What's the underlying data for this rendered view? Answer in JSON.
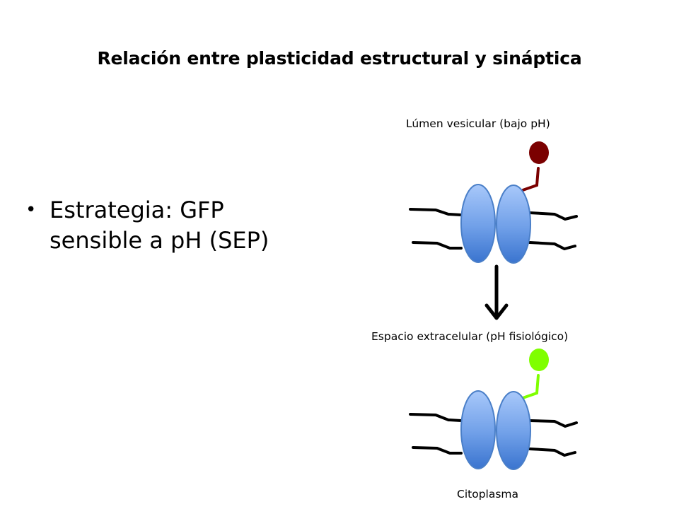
{
  "slide": {
    "title": "Relación entre plasticidad estructural y sináptica",
    "bullets": [
      {
        "text": "Estrategia: GFP sensible a pH (SEP)"
      }
    ]
  },
  "diagram": {
    "label_top": "Lúmen vesicular (bajo pH)",
    "label_middle": "Espacio extracelular (pH fisiológico)",
    "label_bottom": "Citoplasma",
    "colors": {
      "protein_fill_light": "#9dc0f7",
      "protein_fill_dark": "#3b78d1",
      "protein_stroke": "#4a7fc8",
      "sep_quenched": "#7b0000",
      "sep_fluorescent": "#7fff00",
      "line": "#000000"
    }
  }
}
